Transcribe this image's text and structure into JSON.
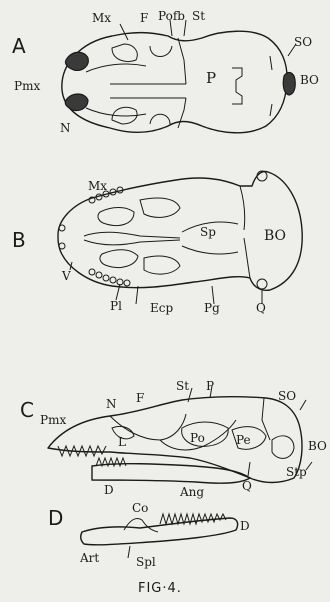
{
  "figure": {
    "caption": "FIG·4.",
    "panels": {
      "A": {
        "letter": "A",
        "labels": {
          "mx": "Mx",
          "f": "F",
          "pofb": "Pofb",
          "st": "St",
          "so": "SO",
          "pmx": "Pmx",
          "p": "P",
          "bo": "BO",
          "n": "N"
        }
      },
      "B": {
        "letter": "B",
        "labels": {
          "mx": "Mx",
          "sp": "Sp",
          "bo": "BO",
          "v": "V",
          "pl": "Pl",
          "ecp": "Ecp",
          "pg": "Pg",
          "q": "Q"
        }
      },
      "C": {
        "letter": "C",
        "labels": {
          "st": "St",
          "p": "P",
          "so": "SO",
          "n": "N",
          "f": "F",
          "pmx": "Pmx",
          "l": "L",
          "po": "Po",
          "pe": "Pe",
          "bo": "BO",
          "stp": "Stp",
          "d": "D",
          "ang": "Ang",
          "q": "Q"
        }
      },
      "D": {
        "letter": "D",
        "labels": {
          "co": "Co",
          "d": "D",
          "art": "Art",
          "spl": "Spl"
        }
      }
    }
  }
}
